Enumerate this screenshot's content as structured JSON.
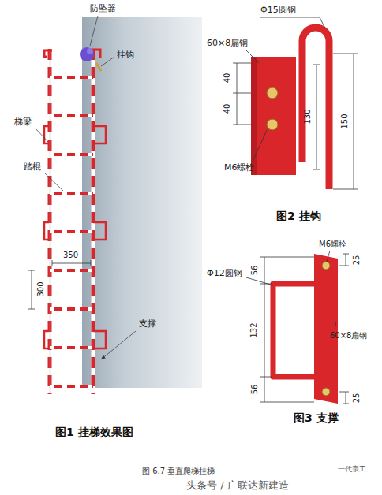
{
  "diagram": {
    "caption": "图 6.7 垂直爬梯挂梯",
    "labels": [
      "防坠器",
      "挂钩",
      "梯梁",
      "踏棍",
      "350",
      "300",
      "支撑",
      "图1 挂梯效果图",
      "Φ15圆钢",
      "60×8扁钢",
      "40",
      "40",
      "130",
      "150",
      "M6螺栓",
      "图2 挂钩",
      "M6螺栓",
      "Φ12圆钢",
      "56",
      "25",
      "132",
      "60×8扁钢",
      "56",
      "25",
      "图3 支撑",
      "头条号 / 广联达新建造",
      "一代宗工"
    ]
  }
}
